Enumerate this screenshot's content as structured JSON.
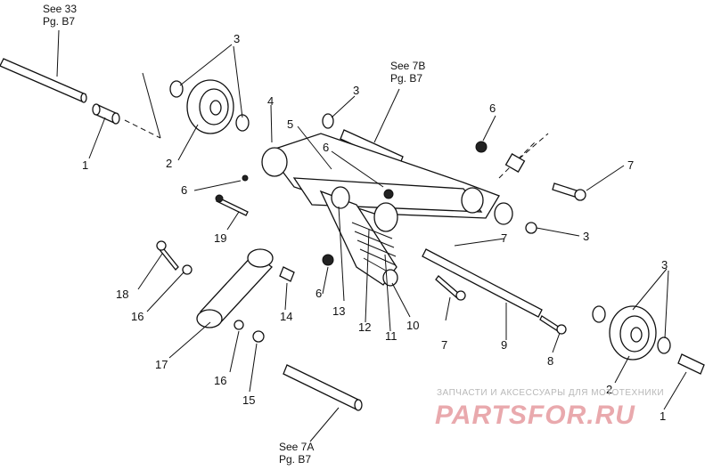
{
  "references": {
    "see33": {
      "line1": "See 33",
      "line2": "Pg. B7"
    },
    "see7b": {
      "line1": "See 7B",
      "line2": "Pg. B7"
    },
    "see7a": {
      "line1": "See 7A",
      "line2": "Pg. B7"
    }
  },
  "callouts": {
    "c1a": "1",
    "c1b": "1",
    "c2a": "2",
    "c2b": "2",
    "c3a": "3",
    "c3b": "3",
    "c3c": "3",
    "c3d": "3",
    "c4": "4",
    "c5": "5",
    "c6a": "6",
    "c6b": "6",
    "c6c": "6",
    "c6d": "6",
    "c7a": "7",
    "c7b": "7",
    "c7c": "7",
    "c8": "8",
    "c9": "9",
    "c10": "10",
    "c11": "11",
    "c12": "12",
    "c13": "13",
    "c14": "14",
    "c15": "15",
    "c16a": "16",
    "c16b": "16",
    "c17": "17",
    "c18": "18",
    "c19": "19"
  },
  "watermark": {
    "tagline": "ЗАПЧАСТИ И АКСЕССУАРЫ ДЛЯ МОТОТЕХНИКИ",
    "brand": "PARTSFOR.RU"
  }
}
